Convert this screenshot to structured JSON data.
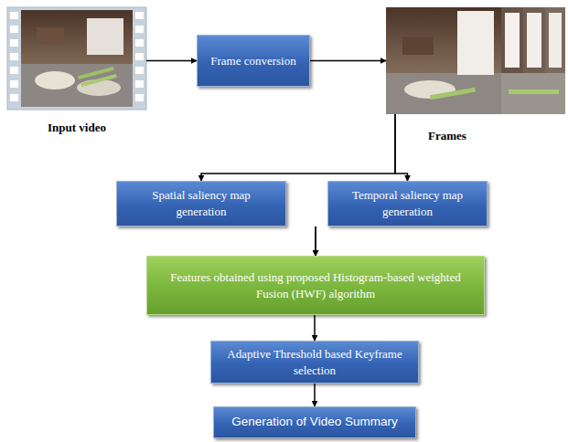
{
  "diagram": {
    "nodes": [
      {
        "text": [
          "Input video"
        ]
      },
      {
        "text": [
          "Frame conversion"
        ]
      },
      {
        "text": [
          "Frames"
        ]
      },
      {
        "text": [
          "Spatial saliency map generation"
        ]
      },
      {
        "text": [
          "Temporal saliency map generation"
        ]
      },
      {
        "text": [
          "Features obtained using proposed Histogram-based weighted Fusion (HWF) algorithm"
        ]
      },
      {
        "text": [
          "Adaptive Threshold based Keyframe selection"
        ]
      },
      {
        "text": [
          "Generation of Video Summary"
        ]
      }
    ],
    "edges": [
      {
        "from": 0,
        "to": 1,
        "arrow": "to"
      },
      {
        "from": 1,
        "to": 2,
        "arrow": "to"
      },
      {
        "from": 2,
        "to": 3,
        "arrow": "to"
      },
      {
        "from": 2,
        "to": 4,
        "arrow": "to"
      },
      {
        "from": 3,
        "to": 5,
        "arrow": "to"
      },
      {
        "from": 4,
        "to": 5,
        "arrow": "to"
      },
      {
        "from": 5,
        "to": 6,
        "arrow": "to"
      },
      {
        "from": 6,
        "to": 7,
        "arrow": "to"
      }
    ]
  }
}
